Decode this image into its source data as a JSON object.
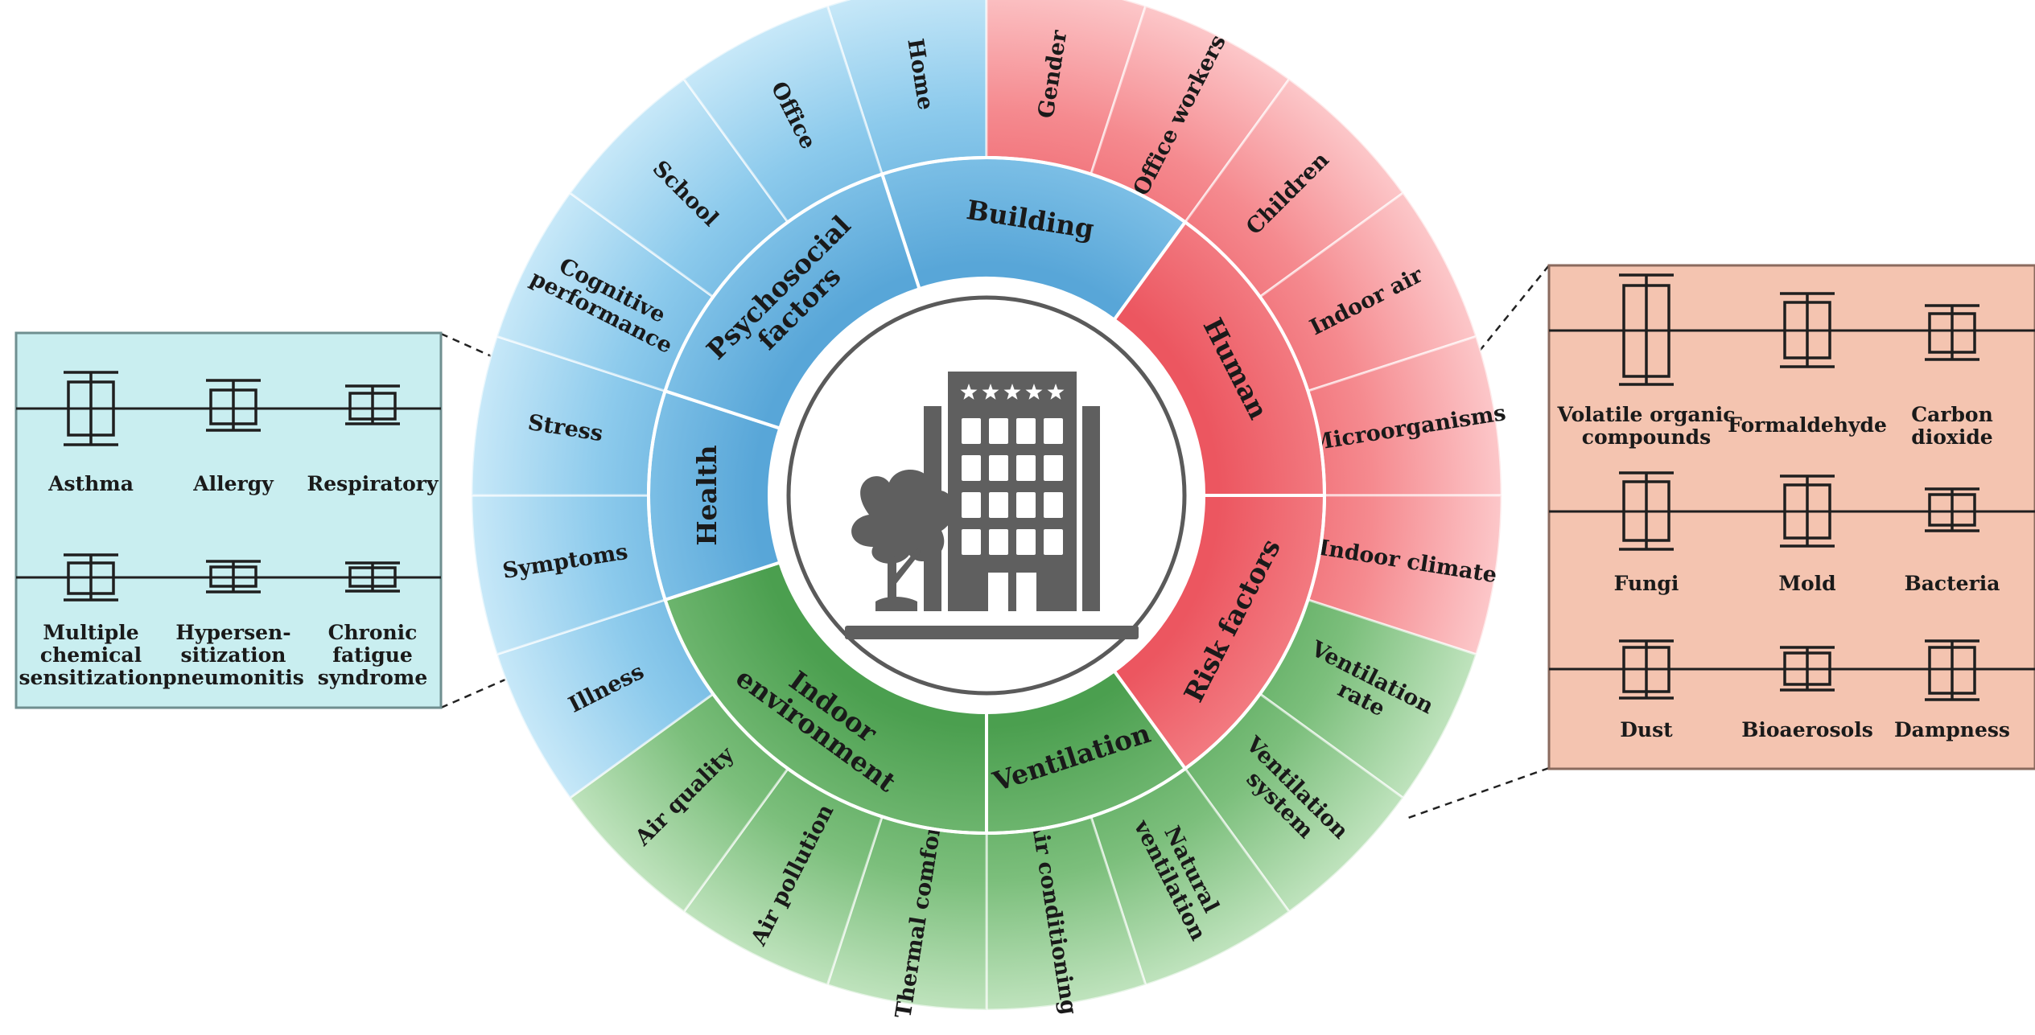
{
  "colors": {
    "blue": "#7fbfe6",
    "red": "#f37f84",
    "green": "#7cbf7c",
    "left_panel": "#c9eef0",
    "right_panel": "#f4c4b0",
    "center_icon": "#5f5f5f"
  },
  "icon": "building-with-tree-icon",
  "sectors": [
    {
      "name": "Building",
      "color": "blue"
    },
    {
      "name": "Human",
      "color": "red"
    },
    {
      "name": "Risk factors",
      "color": "red"
    },
    {
      "name": "Ventilation",
      "color": "green"
    },
    {
      "name": "Indoor environment",
      "color": "green"
    },
    {
      "name": "Health",
      "color": "blue"
    },
    {
      "name": "Psychosocial factors",
      "color": "blue"
    }
  ],
  "outer_labels": {
    "home": "Home",
    "gender": "Gender",
    "office_workers": "Office workers",
    "children": "Children",
    "indoor_air": "Indoor air",
    "microorganisms": "Microorganisms",
    "indoor_climate": "Indoor climate",
    "ventilation_rate": "Ventilation rate",
    "ventilation_system": "Ventilation system",
    "natural_ventilation": "Natural ventilation",
    "air_conditioning": "Air conditioning",
    "thermal_comfort": "Thermal comfort",
    "air_pollution": "Air pollution",
    "air_quality": "Air quality",
    "illness": "Illness",
    "symptoms": "Symptoms",
    "stress": "Stress",
    "cognitive_performance": "Cognitive performance",
    "school": "School",
    "office": "Office"
  },
  "left_panel": {
    "items": [
      "Asthma",
      "Allergy",
      "Respiratory",
      "Multiple chemical sensitization",
      "Hypersen-sitization pneumonitis",
      "Chronic fatigue syndrome"
    ]
  },
  "right_panel": {
    "items": [
      "Volatile organic compounds",
      "Formaldehyde",
      "Carbon dioxide",
      "Fungi",
      "Mold",
      "Bacteria",
      "Dust",
      "Bioaerosols",
      "Dampness"
    ]
  }
}
